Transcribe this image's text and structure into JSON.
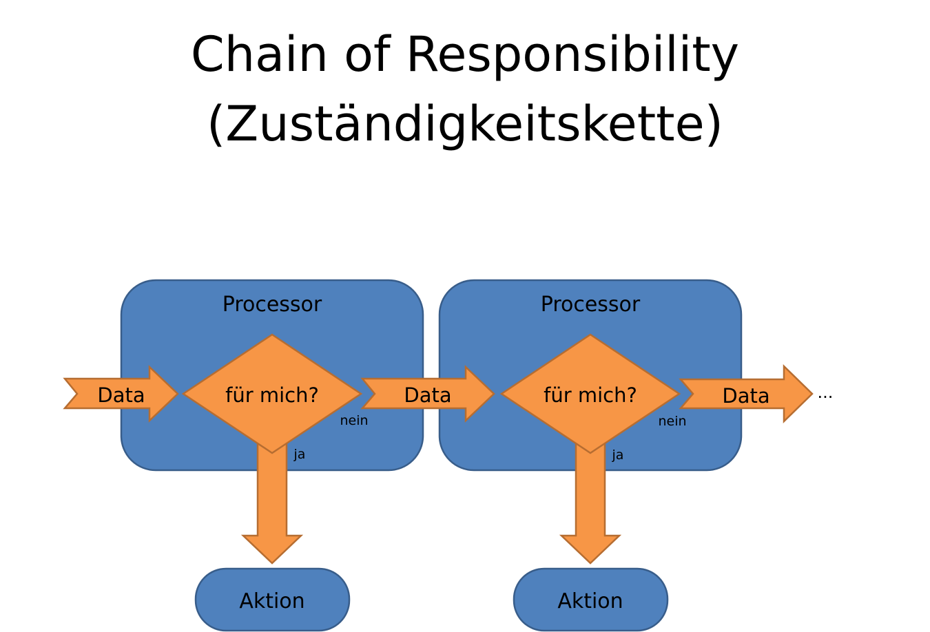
{
  "title": {
    "line1": "Chain of Responsibility",
    "line2": "(Zuständigkeitskette)"
  },
  "diagram": {
    "processors": [
      {
        "label": "Processor",
        "decision": "für mich?",
        "no_label": "nein",
        "yes_label": "ja",
        "action": "Aktion"
      },
      {
        "label": "Processor",
        "decision": "für mich?",
        "no_label": "nein",
        "yes_label": "ja",
        "action": "Aktion"
      }
    ],
    "data_arrows": [
      "Data",
      "Data",
      "Data"
    ],
    "continuation": "..."
  },
  "colors": {
    "processor_fill": "#4F81BD",
    "processor_stroke": "#385D8A",
    "arrow_fill": "#F79646",
    "arrow_stroke": "#B66D31",
    "action_fill": "#4F81BD"
  }
}
